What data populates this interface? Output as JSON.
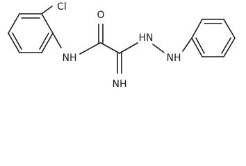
{
  "molecule": {
    "atoms": {
      "cl": "Cl",
      "o": "O",
      "amide_nh": "NH",
      "hydrazine_nh_1": "HN",
      "hydrazine_nh_2": "NH",
      "imine_nh": "NH"
    }
  }
}
